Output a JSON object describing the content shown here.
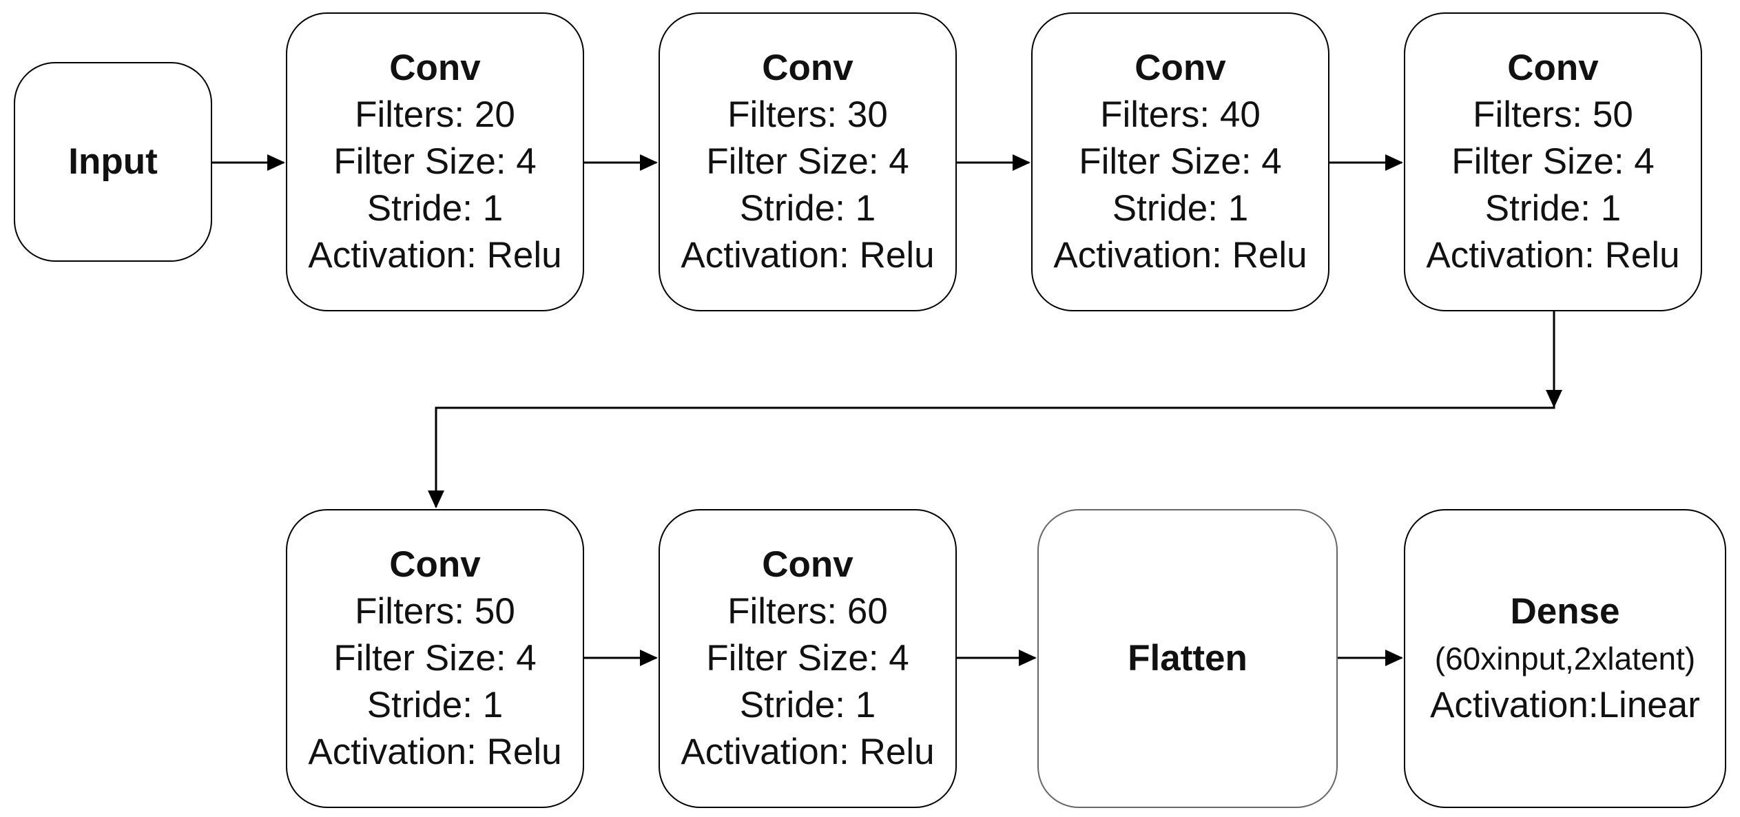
{
  "diagram": {
    "nodes": [
      {
        "id": "input",
        "title": "Input",
        "lines": []
      },
      {
        "id": "conv1",
        "title": "Conv",
        "lines": [
          "Filters: 20",
          "Filter Size: 4",
          "Stride: 1",
          "Activation: Relu"
        ]
      },
      {
        "id": "conv2",
        "title": "Conv",
        "lines": [
          "Filters: 30",
          "Filter Size: 4",
          "Stride: 1",
          "Activation: Relu"
        ]
      },
      {
        "id": "conv3",
        "title": "Conv",
        "lines": [
          "Filters: 40",
          "Filter Size: 4",
          "Stride: 1",
          "Activation: Relu"
        ]
      },
      {
        "id": "conv4",
        "title": "Conv",
        "lines": [
          "Filters: 50",
          "Filter Size: 4",
          "Stride: 1",
          "Activation: Relu"
        ]
      },
      {
        "id": "conv5",
        "title": "Conv",
        "lines": [
          "Filters: 50",
          "Filter Size: 4",
          "Stride: 1",
          "Activation: Relu"
        ]
      },
      {
        "id": "conv6",
        "title": "Conv",
        "lines": [
          "Filters: 60",
          "Filter Size: 4",
          "Stride: 1",
          "Activation: Relu"
        ]
      },
      {
        "id": "flatten",
        "title": "Flatten",
        "lines": []
      },
      {
        "id": "dense",
        "title": "Dense",
        "lines": [
          "(60xinput,2xlatent)",
          "Activation:Linear"
        ]
      }
    ],
    "edges": [
      {
        "from": "input",
        "to": "conv1"
      },
      {
        "from": "conv1",
        "to": "conv2"
      },
      {
        "from": "conv2",
        "to": "conv3"
      },
      {
        "from": "conv3",
        "to": "conv4"
      },
      {
        "from": "conv4",
        "to": "conv5"
      },
      {
        "from": "conv5",
        "to": "conv6"
      },
      {
        "from": "conv6",
        "to": "flatten"
      },
      {
        "from": "flatten",
        "to": "dense"
      }
    ]
  }
}
